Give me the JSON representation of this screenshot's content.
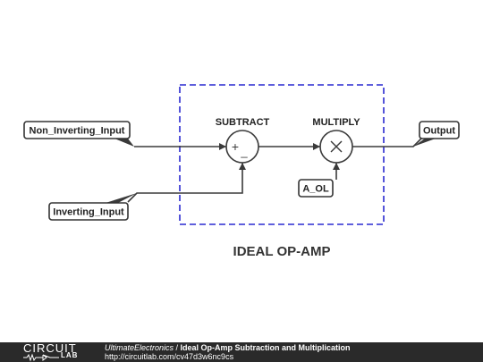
{
  "diagram": {
    "input_labels": {
      "non_inverting": "Non_Inverting_Input",
      "inverting": "Inverting_Input",
      "output": "Output",
      "gain": "A_OL"
    },
    "block_labels": {
      "subtract": "SUBTRACT",
      "multiply": "MULTIPLY"
    },
    "summer_signs": {
      "plus": "+",
      "minus": "_"
    },
    "multiplier_symbol": "×",
    "box_title": "IDEAL OP-AMP",
    "colors": {
      "wire": "#3a3a3a",
      "box_border": "#2a2ad0",
      "label_border": "#333333"
    }
  },
  "footer": {
    "logo_top": "CIRCUIT",
    "logo_bottom": "LAB",
    "author": "UltimateElectronics",
    "separator": " / ",
    "title": "Ideal Op-Amp Subtraction and Multiplication",
    "url": "http://circuitlab.com/cv47d3w6nc9cs"
  }
}
